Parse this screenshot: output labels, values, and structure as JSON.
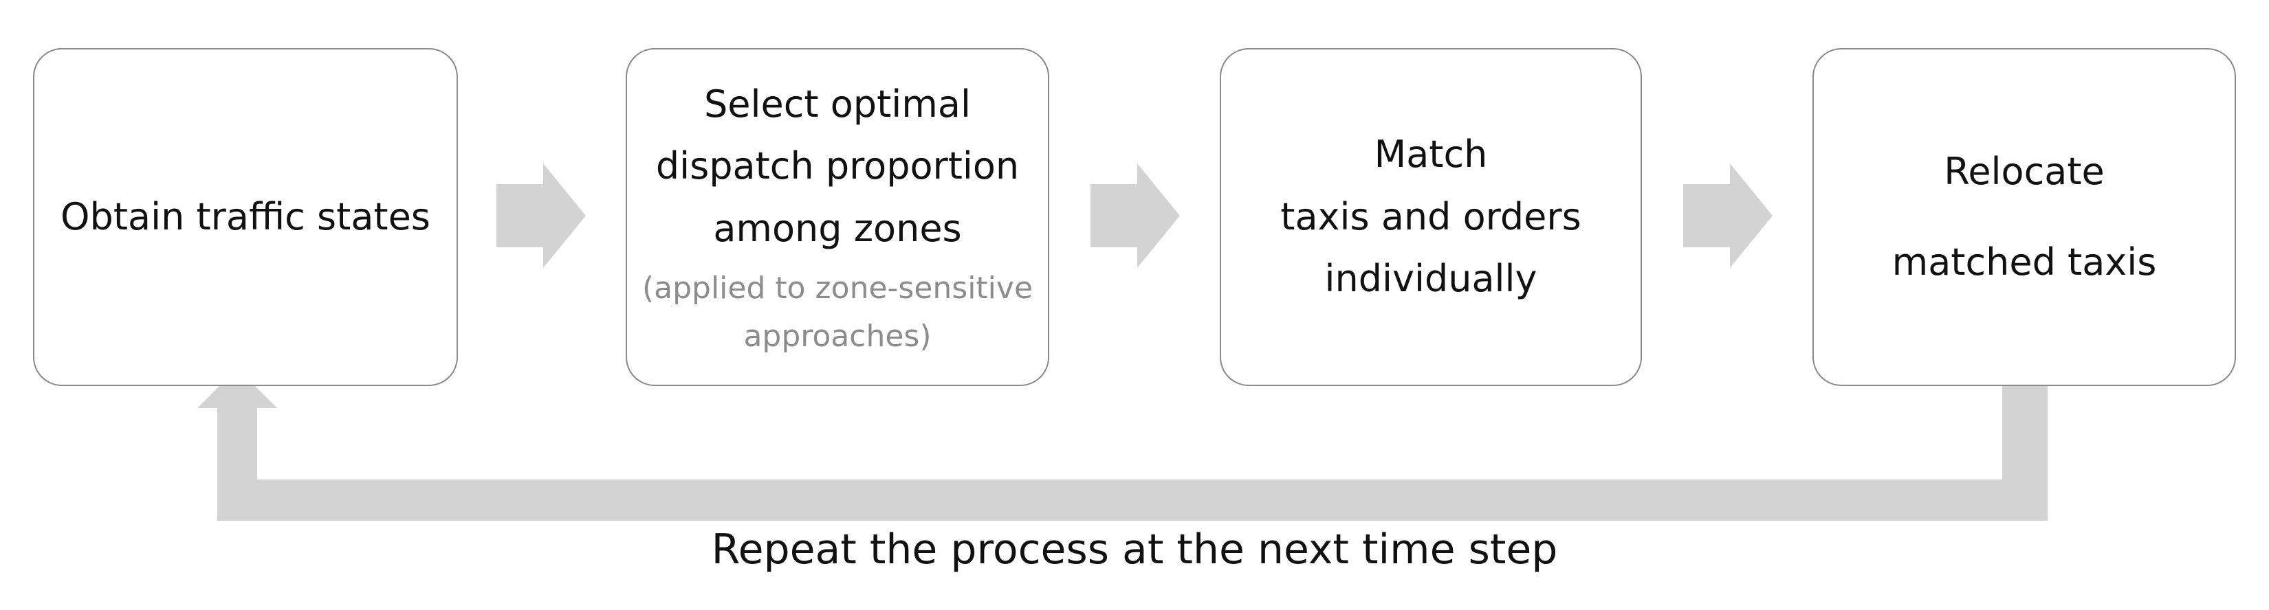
{
  "steps": [
    {
      "lines": [
        "Obtain traffic states"
      ]
    },
    {
      "lines": [
        "Select optimal",
        "dispatch proportion",
        "among zones"
      ],
      "note": [
        "(applied to zone-sensitive",
        "approaches)"
      ]
    },
    {
      "lines": [
        "Match",
        "taxis and orders",
        "individually"
      ]
    },
    {
      "lines": [
        "Relocate",
        "matched taxis"
      ]
    }
  ],
  "loop": {
    "caption": "Repeat the process at the next time step"
  },
  "colors": {
    "box_border": "#8a8a8a",
    "arrow_fill": "#d3d3d3",
    "text": "#111111",
    "note_text": "#8c8c8c"
  }
}
